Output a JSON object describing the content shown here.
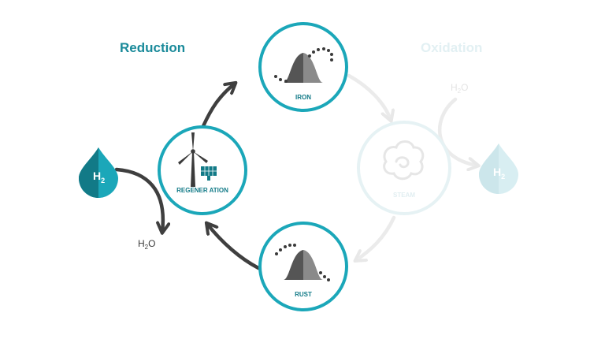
{
  "titles": {
    "reduction": "Reduction",
    "oxidation": "Oxidation"
  },
  "nodes": {
    "iron": "IRON",
    "steam": "STEAM",
    "rust": "RUST",
    "regeneration": "REGENER ATION",
    "h2_left": {
      "main": "H",
      "sub": "2"
    },
    "h2_right": {
      "main": "H",
      "sub": "2"
    }
  },
  "water_labels": {
    "left": {
      "main": "H",
      "sub": "2",
      "tail": "O"
    },
    "right": {
      "main": "H",
      "sub": "2",
      "tail": "O"
    }
  },
  "colors": {
    "accent": "#1ba7b9",
    "accent_dark": "#127a87",
    "dark": "#3a3a3a",
    "arrow_dark": "#3f3f3f",
    "faded": "#e3eef1",
    "faded_arrow": "#ececec"
  }
}
